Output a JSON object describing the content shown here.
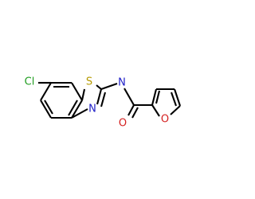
{
  "atom_labels": [
    {
      "key": "cl",
      "text": "Cl",
      "element": "Cl"
    },
    {
      "key": "s",
      "text": "S",
      "element": "S"
    },
    {
      "key": "nh",
      "text": "N",
      "element": "N"
    },
    {
      "key": "n",
      "text": "N",
      "element": "N"
    },
    {
      "key": "o_carbonyl",
      "text": "O",
      "element": "O"
    },
    {
      "key": "o_furan",
      "text": "O",
      "element": "O"
    }
  ],
  "element_colors": {
    "Cl": "#1f9d1f",
    "S": "#b59a00",
    "N": "#2020c8",
    "O": "#d42020",
    "C": "#000000"
  }
}
